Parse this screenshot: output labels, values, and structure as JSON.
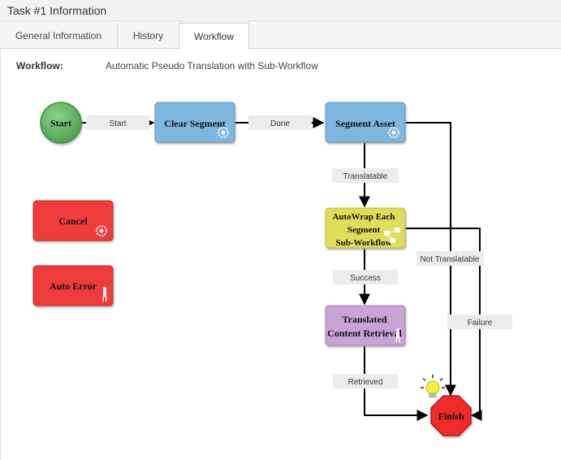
{
  "window": {
    "title": "Task #1 Information"
  },
  "tabs": [
    {
      "label": "General Information"
    },
    {
      "label": "History"
    },
    {
      "label": "Workflow"
    }
  ],
  "workflow": {
    "label": "Workflow:",
    "name": "Automatic Pseudo Translation with Sub-Workflow"
  },
  "nodes": {
    "start": "Start",
    "clear_segment": "Clear Segment",
    "segment_asset": "Segment Asset",
    "autowrap_line1": "AutoWrap Each",
    "autowrap_line2": "Segment",
    "autowrap_line3": "Sub-Workflow",
    "translated_line1": "Translated",
    "translated_line2": "Content Retrieval",
    "cancel": "Cancel",
    "auto_error": "Auto Error",
    "finish": "Finish"
  },
  "edges": {
    "start": "Start",
    "done": "Done",
    "translatable": "Translatable",
    "not_translatable": "Not Translatable",
    "success": "Success",
    "failure": "Failure",
    "retrieved": "Retrieved"
  },
  "colors": {
    "start_fill": "#5cb85c",
    "task_fill": "#7fb8de",
    "cancel_fill": "#f03a3a",
    "autowrap_fill": "#dede5a",
    "translated_fill": "#c9a3d6",
    "finish_fill": "#ee2b2b",
    "edge_label_bg": "#ececec"
  },
  "icons": [
    "gear-icon",
    "person-icon",
    "subworkflow-icon",
    "lightbulb-icon"
  ]
}
